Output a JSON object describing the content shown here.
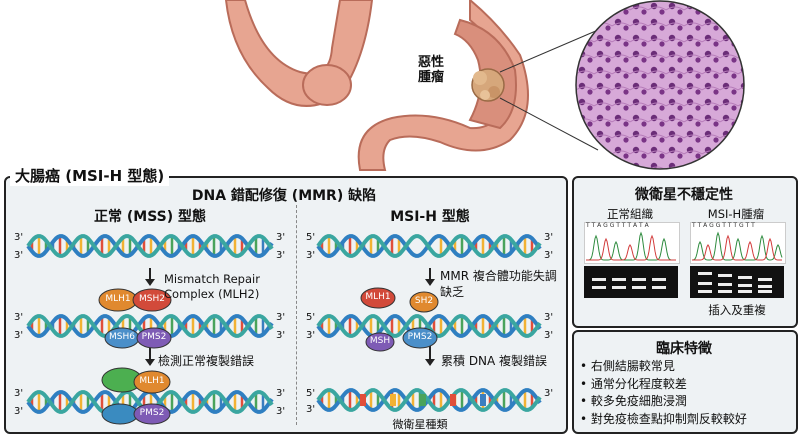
{
  "anatomy": {
    "tumor_label_line1": "惡性",
    "tumor_label_line2": "腫瘤"
  },
  "main_panel": {
    "title": "大腸癌 (MSI-H 型態)",
    "header": "DNA 錯配修復 (MMR) 缺陷",
    "left": {
      "title": "正常 (MSS) 型態",
      "step1_line1": "Mismatch Repair",
      "step1_line2": "Complex (MLH2)",
      "step2": "檢測正常複製錯誤",
      "proteins": {
        "mlh1": "MLH1",
        "msh2": "MSH2",
        "msh6": "MSH6",
        "pms2": "PMS2"
      }
    },
    "right": {
      "title": "MSI-H 型態",
      "step1_line1": "MMR 複合體功能失調",
      "step1_line2": "缺乏",
      "step2": "累積 DNA 複製錯誤",
      "bottom_caption": "微衛星種類",
      "proteins": {
        "mlh1": "MLH1",
        "sh2": "SH2",
        "msh": "MSH",
        "pms2": "PMS2"
      }
    },
    "strand_labels": {
      "five": "5'",
      "three": "3'"
    }
  },
  "microsatellite_panel": {
    "title": "微衛星不穩定性",
    "normal_label": "正常組織",
    "tumor_label": "MSI-H腫瘤",
    "normal_seq": "T T A G G T T T A  T A",
    "tumor_seq": "T T A  G G  T T  T G T T",
    "caption": "插入及重複"
  },
  "clinical_panel": {
    "title": "臨床特徵",
    "items": [
      "右側結腸較常見",
      "通常分化程度較差",
      "較多免疫細胞浸潤",
      "對免疫檢查點抑制劑反較較好"
    ]
  },
  "colors": {
    "dna_blue": "#2f7fc1",
    "dna_teal": "#3aa6a0",
    "mlh1": "#e0892f",
    "msh2": "#d24a3a",
    "msh6": "#4a8fc9",
    "pms2": "#7e5bb5",
    "colon": "#e7a591",
    "tissue": "#b56fb8"
  }
}
